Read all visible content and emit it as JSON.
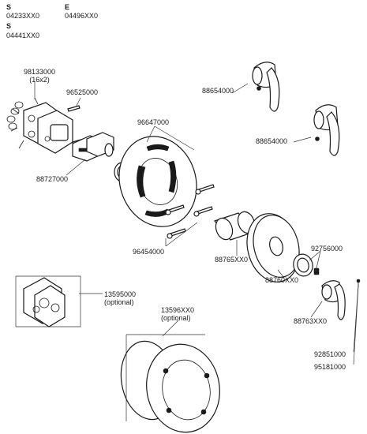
{
  "header": {
    "col1_letter": "S",
    "col1_code": "04233XX0",
    "col2_letter": "E",
    "col2_code": "04496XX0",
    "col3_letter": "S",
    "col3_code": "04441XX0"
  },
  "parts": {
    "p98133000": "98133000",
    "p98133000_qty": "(16x2)",
    "p96525000": "96525000",
    "p88727000": "88727000",
    "p96647000": "96647000",
    "p96454000": "96454000",
    "p88654000_a": "88654000",
    "p88654000_b": "88654000",
    "p88765XX0": "88765XX0",
    "p88760XX0": "88760XX0",
    "p92756000": "92756000",
    "p88763XX0": "88763XX0",
    "p13595000": "13595000",
    "p13595000_opt": "(optional)",
    "p13596XX0": "13596XX0",
    "p13596XX0_opt": "(optional)",
    "p92851000": "92851000",
    "p95181000": "95181000"
  }
}
